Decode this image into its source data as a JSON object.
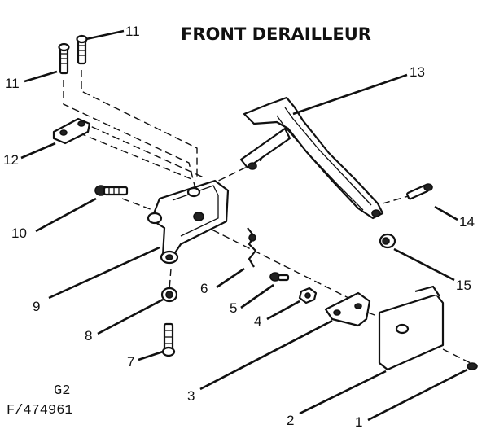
{
  "title": "FRONT DERAILLEUR",
  "drawing_code": "G2",
  "part_number": "F/474961",
  "callouts": [
    "11",
    "11",
    "12",
    "13",
    "10",
    "14",
    "6",
    "5",
    "4",
    "15",
    "9",
    "8",
    "7",
    "3",
    "2",
    "1"
  ]
}
